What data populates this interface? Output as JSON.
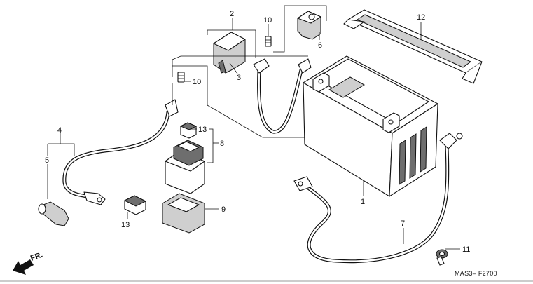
{
  "callouts": {
    "c1": "1",
    "c2": "2",
    "c3": "3",
    "c4": "4",
    "c5": "5",
    "c6": "6",
    "c7": "7",
    "c8": "8",
    "c9": "9",
    "c10a": "10",
    "c10b": "10",
    "c11": "11",
    "c12": "12",
    "c13a": "13",
    "c13b": "13"
  },
  "direction_label": "FR.",
  "drawing_code": "MAS3– F2700"
}
